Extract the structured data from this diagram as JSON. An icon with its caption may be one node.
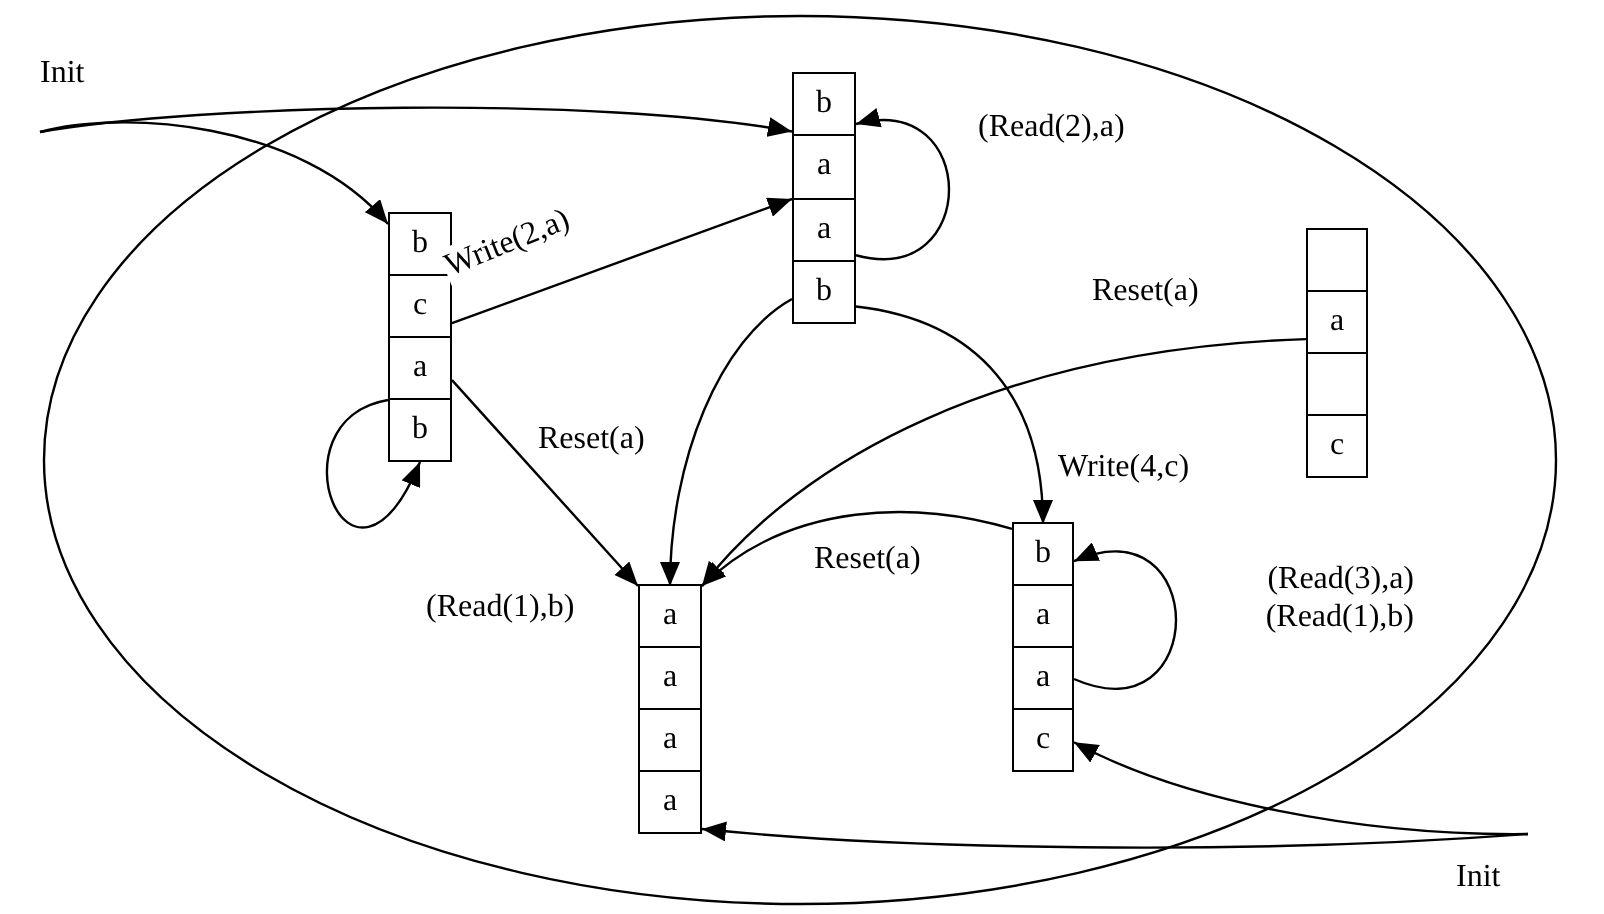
{
  "diagram": {
    "nodes": [
      {
        "text": [],
        "shape": "ellipse"
      },
      {
        "text": [
          "Init"
        ]
      },
      {
        "text": [],
        "shape": "box",
        "in": 0
      },
      {
        "text": [
          "b"
        ],
        "in": 2
      },
      {
        "text": [
          "c"
        ],
        "in": 2
      },
      {
        "text": [
          "a"
        ],
        "in": 2
      },
      {
        "text": [
          "b"
        ],
        "in": 2
      },
      {
        "text": [],
        "shape": "box",
        "in": 0
      },
      {
        "text": [
          "b"
        ],
        "in": 7
      },
      {
        "text": [
          "a"
        ],
        "in": 7
      },
      {
        "text": [
          "a"
        ],
        "in": 7
      },
      {
        "text": [
          "b"
        ],
        "in": 7
      },
      {
        "text": [],
        "shape": "box",
        "in": 0
      },
      {
        "text": [],
        "shape": "box",
        "in": 12
      },
      {
        "text": [
          "a"
        ],
        "in": 12
      },
      {
        "text": [],
        "shape": "box",
        "in": 12
      },
      {
        "text": [
          "c"
        ],
        "in": 12
      },
      {
        "text": [],
        "shape": "box",
        "in": 0
      },
      {
        "text": [
          "a"
        ],
        "in": 17
      },
      {
        "text": [
          "a"
        ],
        "in": 17
      },
      {
        "text": [
          "a"
        ],
        "in": 17
      },
      {
        "text": [
          "a"
        ],
        "in": 17
      },
      {
        "text": [],
        "shape": "box",
        "in": 0
      },
      {
        "text": [
          "b"
        ],
        "in": 22
      },
      {
        "text": [
          "a"
        ],
        "in": 22
      },
      {
        "text": [
          "a"
        ],
        "in": 22
      },
      {
        "text": [
          "c"
        ],
        "in": 22
      },
      {
        "text": [
          "Init"
        ]
      }
    ],
    "edges": [
      {
        "from": 1,
        "to": 2,
        "arrow": "to"
      },
      {
        "from": 1,
        "to": 7,
        "arrow": "to"
      },
      {
        "from": 2,
        "to": 7,
        "arrow": "to",
        "label": "Write(2,a)"
      },
      {
        "from": 5,
        "to": 6,
        "arrow": "to",
        "label": "(Read(1),b)"
      },
      {
        "from": 10,
        "to": 8,
        "arrow": "to",
        "label": "(Read(2),a)"
      },
      {
        "from": 2,
        "to": 17,
        "arrow": "to",
        "label": "Reset(a)"
      },
      {
        "from": 7,
        "to": 17,
        "arrow": "to"
      },
      {
        "from": 7,
        "to": 22,
        "arrow": "to",
        "label": "Write(4,c)"
      },
      {
        "from": 12,
        "to": 17,
        "arrow": "to",
        "label": "Reset(a)"
      },
      {
        "from": 22,
        "to": 17,
        "arrow": "to",
        "label": "Reset(a)"
      },
      {
        "from": 25,
        "to": 23,
        "arrow": "to",
        "label": "(Read(3),a) (Read(1),b)"
      },
      {
        "from": 27,
        "to": 17,
        "arrow": "to"
      },
      {
        "from": 27,
        "to": 22,
        "arrow": "to"
      }
    ]
  }
}
